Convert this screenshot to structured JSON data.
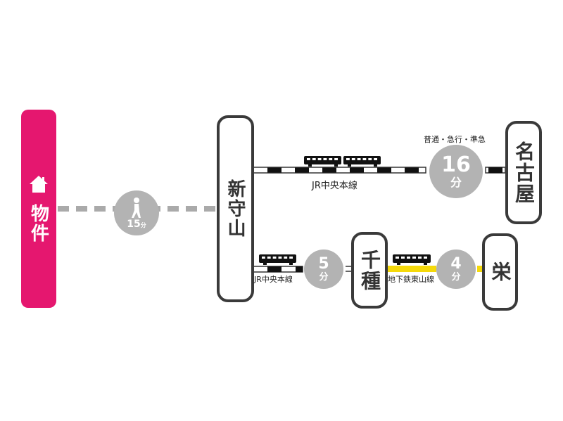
{
  "origin": {
    "label": "物件",
    "icon": "house-icon",
    "color": "#e5176f"
  },
  "walk": {
    "minutes": "15",
    "unit": "分",
    "icon": "walking-person-icon"
  },
  "stations": {
    "shinmoriyama": "新守山",
    "nagoya": "名古屋",
    "chikusa": "千種",
    "sakae": "栄"
  },
  "routes": {
    "top": {
      "line": "JR中央本線",
      "service": "普通・急行・準急",
      "minutes": "16",
      "unit": "分"
    },
    "bottom_jr": {
      "line": "JR中央本線",
      "minutes": "5",
      "unit": "分"
    },
    "bottom_subway": {
      "line": "地下鉄東山線",
      "minutes": "4",
      "unit": "分",
      "color": "#f5d90a"
    }
  }
}
